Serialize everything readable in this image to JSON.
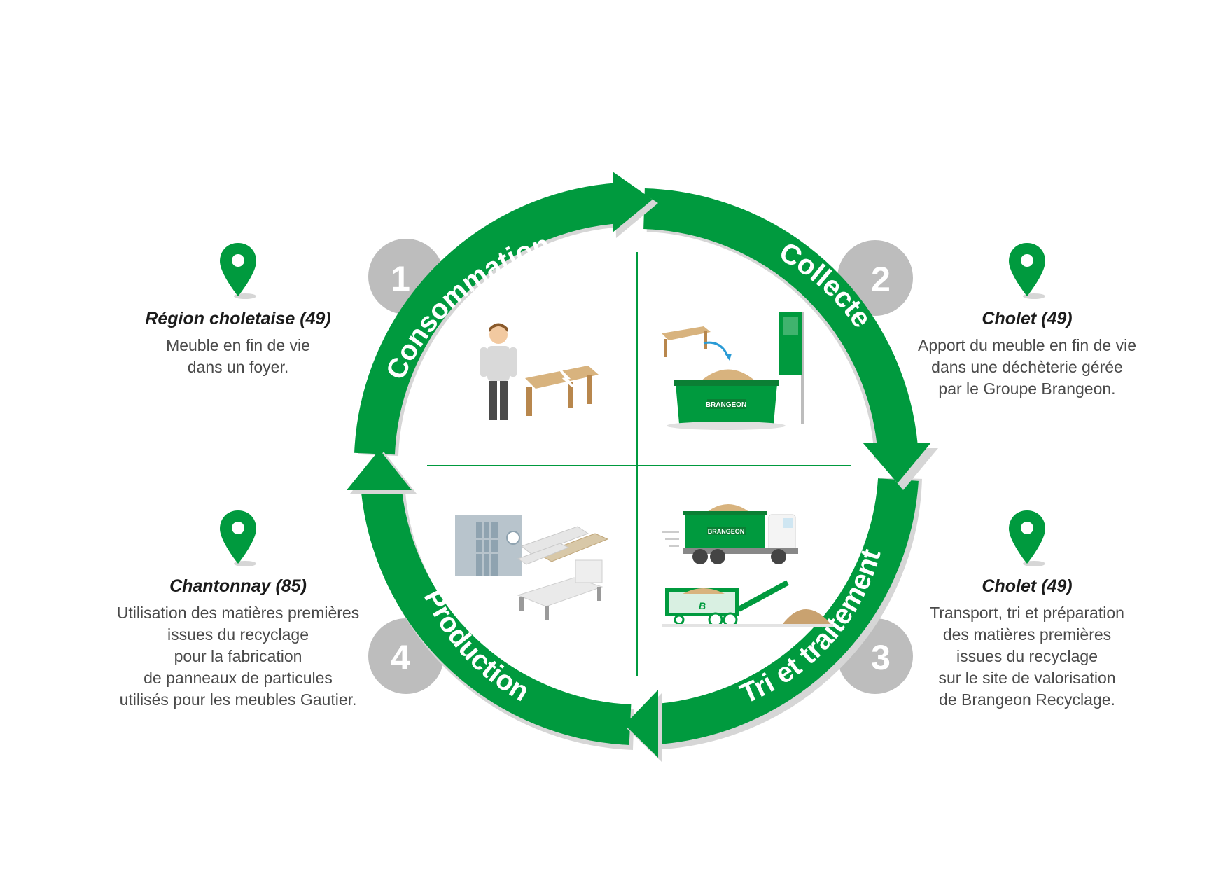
{
  "colors": {
    "green": "#009a3e",
    "gray": "#bdbdbd",
    "wood": "#d8b37e",
    "dark": "#1b1b1b"
  },
  "steps": [
    {
      "number": "1",
      "label": "Consommation"
    },
    {
      "number": "2",
      "label": "Collecte"
    },
    {
      "number": "3",
      "label": "Tri et traitement"
    },
    {
      "number": "4",
      "label": "Production"
    }
  ],
  "locations": [
    {
      "icon": "location-pin-icon",
      "title": "Région choletaise (49)",
      "lines": [
        "Meuble en fin de vie",
        "dans un foyer."
      ]
    },
    {
      "icon": "location-pin-icon",
      "title": "Cholet (49)",
      "lines": [
        "Apport du meuble en fin de vie",
        "dans une déchèterie gérée",
        "par le Groupe Brangeon."
      ]
    },
    {
      "icon": "location-pin-icon",
      "title": "Cholet (49)",
      "lines": [
        "Transport, tri et préparation",
        "des matières premières",
        "issues du recyclage",
        "sur le site de valorisation",
        "de Brangeon Recyclage."
      ]
    },
    {
      "icon": "location-pin-icon",
      "title": "Chantonnay (85)",
      "lines": [
        "Utilisation des matières premières",
        "issues du recyclage",
        "pour la fabrication",
        "de panneaux de particules",
        "utilisés pour les meubles Gautier."
      ]
    }
  ],
  "brand": {
    "container_text": "BRANGEON",
    "truck_text": "BRANGEON",
    "logo_text": "B"
  }
}
